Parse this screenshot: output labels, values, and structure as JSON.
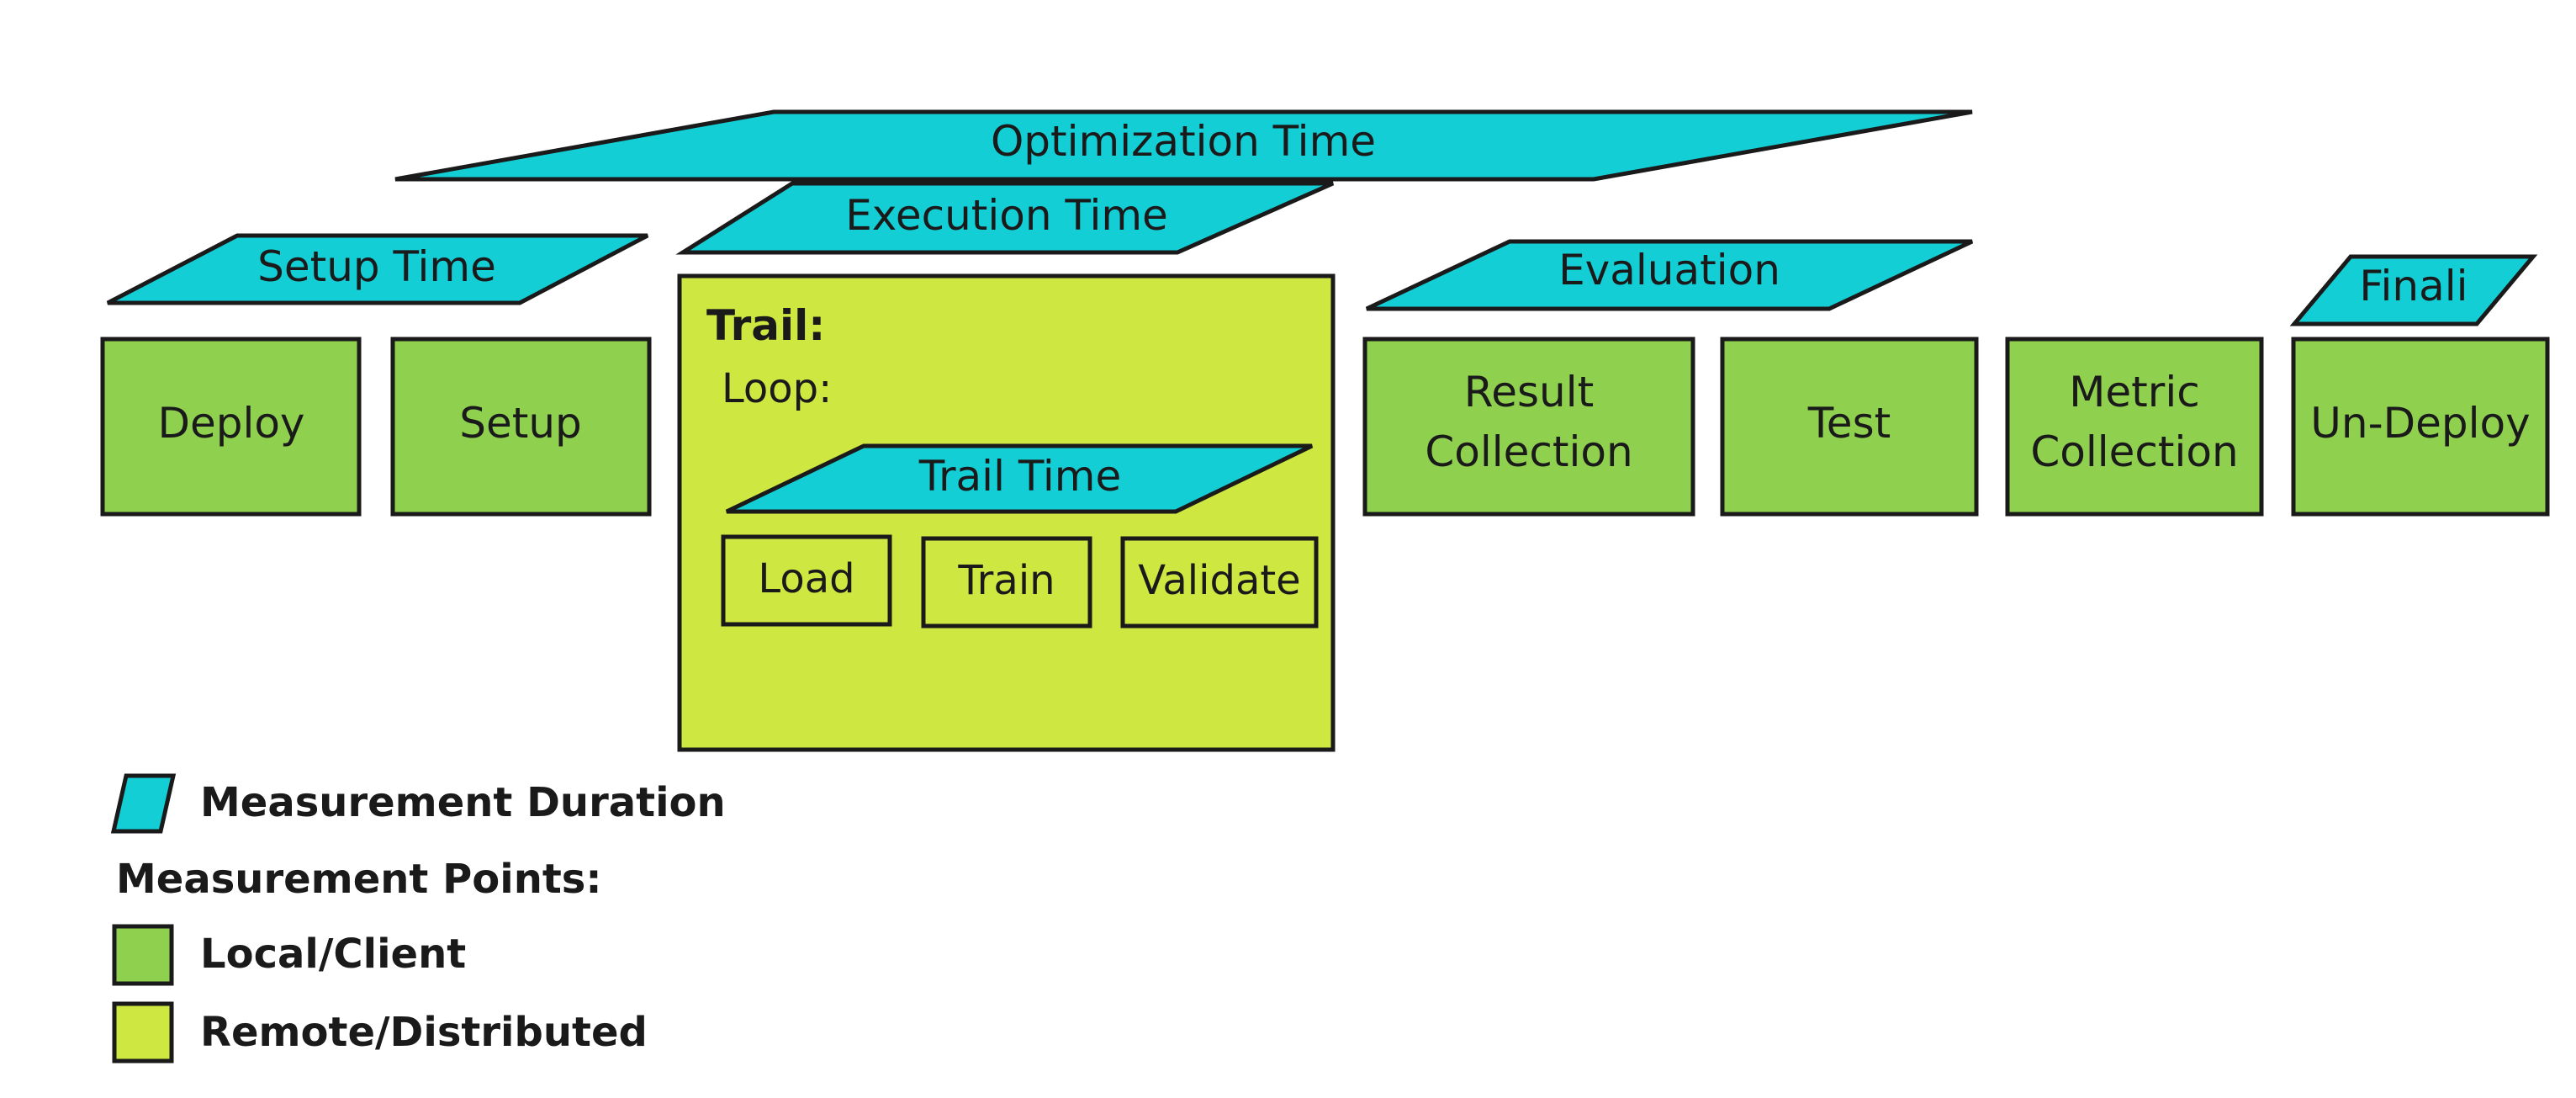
{
  "colors": {
    "duration": "#14ced6",
    "local": "#8fd14f",
    "remote": "#cee741",
    "stroke": "#1a1a1a"
  },
  "durations": {
    "optimization": "Optimization Time",
    "execution": "Execution Time",
    "setup": "Setup Time",
    "evaluation": "Evaluation",
    "finalize": "Finali",
    "trail": "Trail Time"
  },
  "steps": {
    "deploy": "Deploy",
    "setup": "Setup",
    "result_collection": [
      "Result",
      "Collection"
    ],
    "test": "Test",
    "metric_collection": [
      "Metric",
      "Collection"
    ],
    "undeploy": "Un-Deploy"
  },
  "trail": {
    "title": "Trail:",
    "loop": "Loop:",
    "load": "Load",
    "train": "Train",
    "validate": "Validate"
  },
  "legend": {
    "duration": "Measurement Duration",
    "points_heading": "Measurement Points:",
    "local": "Local/Client",
    "remote": "Remote/Distributed"
  }
}
